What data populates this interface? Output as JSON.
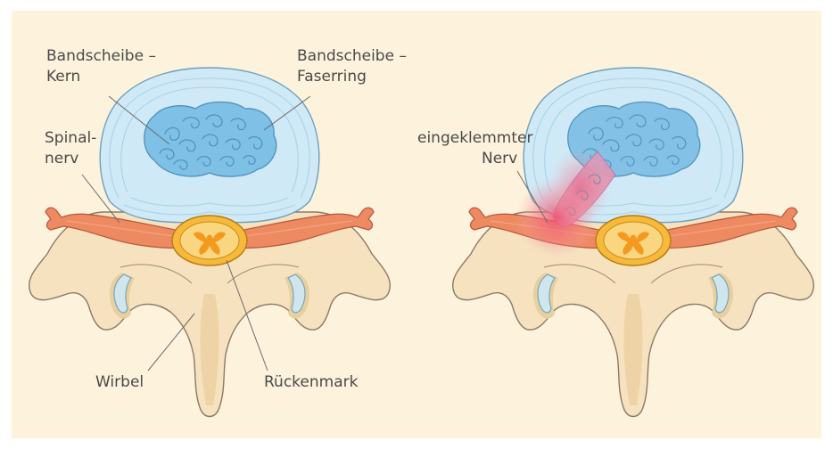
{
  "labels": {
    "nucleus": [
      "Bandscheibe –",
      "Kern"
    ],
    "annulus": [
      "Bandscheibe –",
      "Faserring"
    ],
    "spinal_nerve": [
      "Spinal-",
      "nerv"
    ],
    "vertebra": "Wirbel",
    "spinal_cord": "Rückenmark",
    "pinched_nerve": [
      "eingeklemmter",
      "Nerv"
    ]
  },
  "colors": {
    "background": "#fdf2dc",
    "bone": "#f6e2bf",
    "disc": "#cfe9f6",
    "nucleus": "#7fc0e6",
    "nerve": "#ee8a62",
    "spinal_cord": "#f6b93b",
    "inflammation": "#f0506e"
  }
}
